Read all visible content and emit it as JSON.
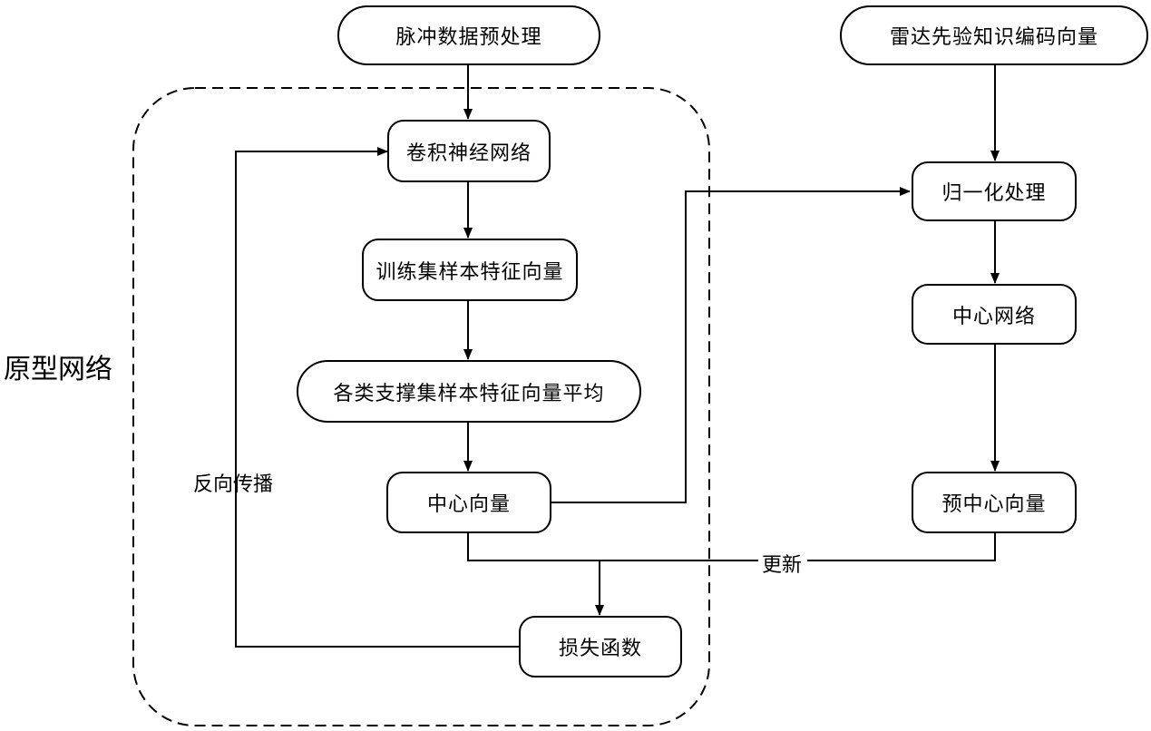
{
  "nodes": {
    "preprocess": "脉冲数据预处理",
    "radar_prior": "雷达先验知识编码向量",
    "cnn": "卷积神经网络",
    "train_features": "训练集样本特征向量",
    "support_avg": "各类支撑集样本特征向量平均",
    "center_vector": "中心向量",
    "normalize": "归一化处理",
    "center_network": "中心网络",
    "pre_center_vector": "预中心向量",
    "loss_function": "损失函数"
  },
  "group": {
    "title": "原型网络"
  },
  "edge_labels": {
    "backprop": "反向传播",
    "update": "更新"
  }
}
